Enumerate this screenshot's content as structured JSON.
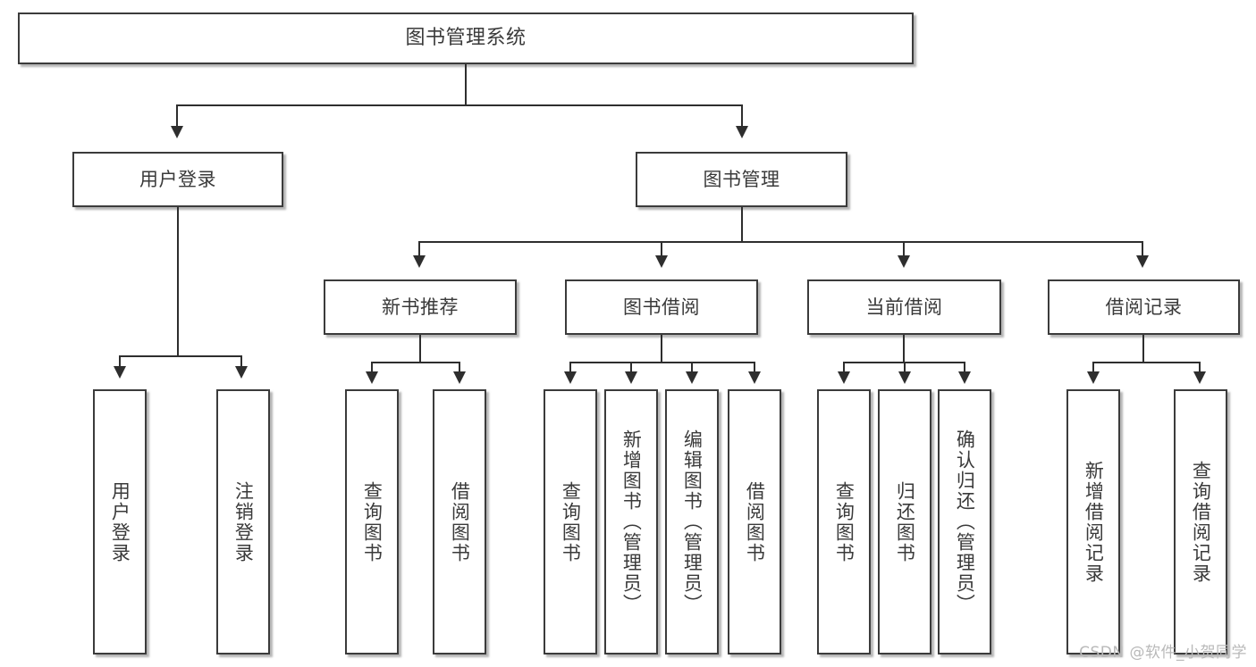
{
  "diagram": {
    "title": "图书管理系统",
    "watermark": "CSDN @软件_小贺同学",
    "colors": {
      "node_border": "#3b3b3b",
      "node_fill": "#ffffff",
      "edge": "#2e2e2e",
      "text": "#3a3a3a",
      "watermark": "#b9b9b9"
    },
    "levels": {
      "root": "图书管理系统",
      "level2": [
        "用户登录",
        "图书管理"
      ],
      "level3": [
        "新书推荐",
        "图书借阅",
        "当前借阅",
        "借阅记录"
      ]
    },
    "nodes": {
      "root": "图书管理系统",
      "user_login": "用户登录",
      "book_manage": "图书管理",
      "new_book_rec": "新书推荐",
      "book_borrow": "图书借阅",
      "current_borrow": "当前借阅",
      "borrow_record": "借阅记录",
      "leaf_user_login": "用户登录",
      "leaf_logout": "注销登录",
      "leaf_query_book_1": "查询图书",
      "leaf_borrow_book_1": "借阅图书",
      "leaf_query_book_2": "查询图书",
      "leaf_add_book": "新增图书（管理员）",
      "leaf_edit_book": "编辑图书（管理员）",
      "leaf_borrow_book_2": "借阅图书",
      "leaf_query_book_3": "查询图书",
      "leaf_return_book": "归还图书",
      "leaf_confirm_return": "确认归还（管理员）",
      "leaf_add_record": "新增借阅记录",
      "leaf_query_record": "查询借阅记录"
    }
  }
}
